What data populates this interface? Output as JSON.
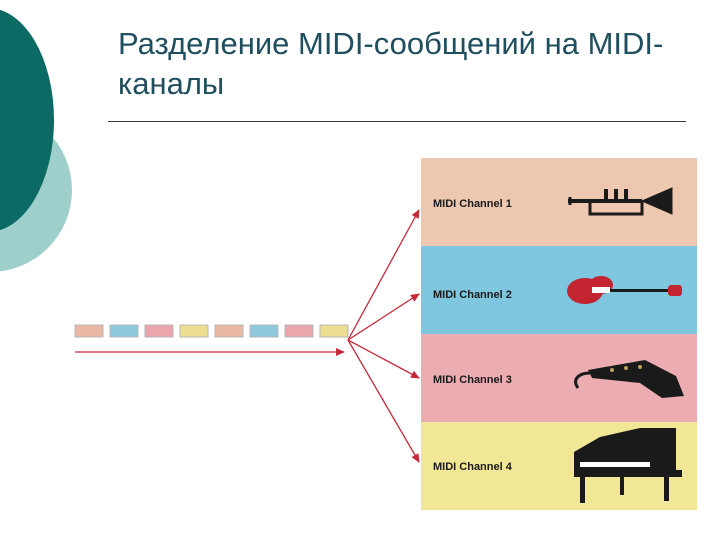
{
  "slide": {
    "title": "Разделение MIDI-сообщений на MIDI-каналы"
  },
  "diagram": {
    "message_stream_colors": [
      "#e9b9a5",
      "#8ec8dc",
      "#e9a6ad",
      "#ecdf92",
      "#e9b9a5",
      "#8ec8dc",
      "#e9a6ad",
      "#ecdf92"
    ],
    "arrow_color": "#c62a3a",
    "channels": [
      {
        "label": "MIDI Channel 1",
        "color": "#eec7b0",
        "instrument": "trumpet-icon"
      },
      {
        "label": "MIDI Channel 2",
        "color": "#7fc6df",
        "instrument": "electric-guitar-icon"
      },
      {
        "label": "MIDI Channel 3",
        "color": "#ebadb1",
        "instrument": "saxophone-icon"
      },
      {
        "label": "MIDI Channel 4",
        "color": "#f1e796",
        "instrument": "grand-piano-icon"
      }
    ]
  },
  "colors": {
    "title": "#1f4f5f",
    "deco_dark": "#0b6a64",
    "deco_light": "#9fcfcb"
  }
}
